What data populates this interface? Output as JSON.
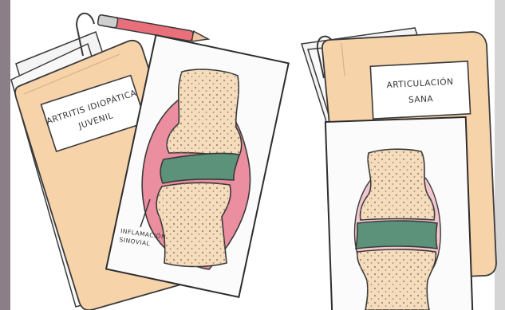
{
  "left_folder": {
    "label_line1": "ARTRITIS IDIOPÁTICA",
    "label_line2": "JUVENIL"
  },
  "left_card": {
    "annotation_line1": "INFLAMACIÓN",
    "annotation_line2": "SINOVIAL"
  },
  "right_folder": {
    "label_line1": "ARTICULACIÓN",
    "label_line2": "SANA"
  },
  "colors": {
    "background": "#ffffff",
    "left_strip": "#8a7f86",
    "folder": "#f7d3aa",
    "folder_edge": "#3a3a3a",
    "paper": "#fbfbfb",
    "bone": "#f4dcbd",
    "bone_dots": "#a4876a",
    "cartilage": "#5d927a",
    "synovium_inflamed": "#eb8ea0",
    "synovium_healthy": "#f3c7cf",
    "pen_body": "#e96f7b",
    "pen_cap": "#cfcfcf"
  },
  "icons": [
    "pen-icon",
    "paperclip-icon",
    "inflamed-joint-illustration",
    "healthy-joint-illustration"
  ]
}
